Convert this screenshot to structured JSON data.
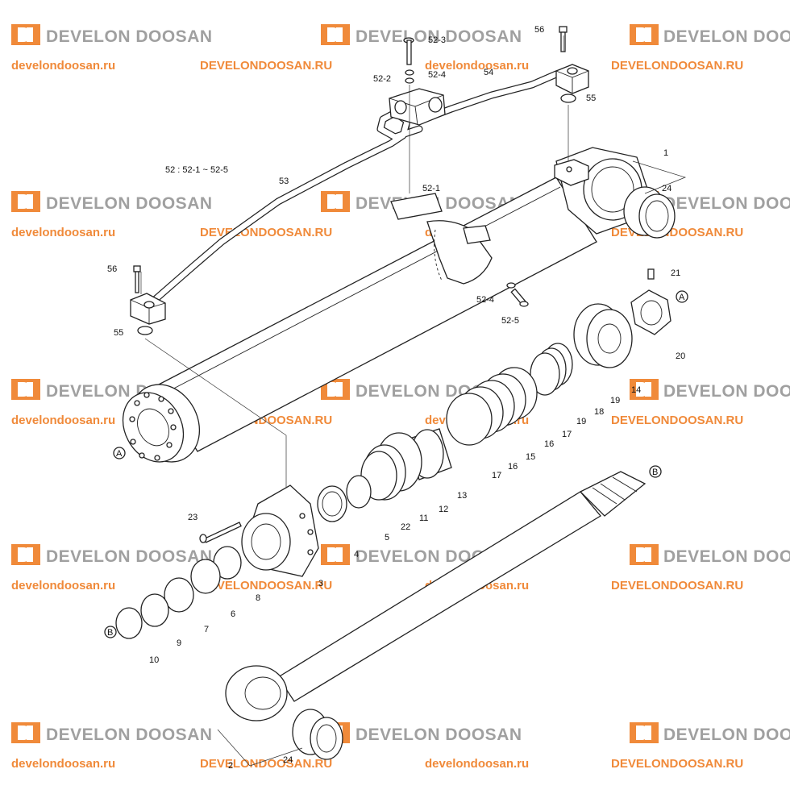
{
  "watermark": {
    "brand": "DEVELON DOOSAN",
    "site_lower": "develondoosan.ru",
    "site_upper": "DEVELONDOOSAN.RU"
  },
  "colors": {
    "brand_gray": "#a0a0a0",
    "site_orange": "#f08a3a",
    "line": "#222222"
  },
  "callouts": {
    "c1": "1",
    "c2": "2",
    "c3": "3",
    "c4": "4",
    "c5": "5",
    "c6": "6",
    "c7": "7",
    "c8": "8",
    "c9": "9",
    "c10": "10",
    "c11": "11",
    "c12": "12",
    "c13": "13",
    "c14": "14",
    "c15": "15",
    "c16a": "16",
    "c16b": "16",
    "c17a": "17",
    "c17b": "17",
    "c18": "18",
    "c19a": "19",
    "c19b": "19",
    "c20": "20",
    "c21": "21",
    "c22": "22",
    "c23": "23",
    "c24a": "24",
    "c24b": "24",
    "c52": "52 : 52-1 ~ 52-5",
    "c52_1": "52-1",
    "c52_2": "52-2",
    "c52_3": "52-3",
    "c52_4a": "52-4",
    "c52_4b": "52-4",
    "c52_5": "52-5",
    "c53": "53",
    "c54": "54",
    "c55a": "55",
    "c55b": "55",
    "c56a": "56",
    "c56b": "56"
  },
  "markers": {
    "a1": "A",
    "a2": "A",
    "b1": "B",
    "b2": "B"
  }
}
